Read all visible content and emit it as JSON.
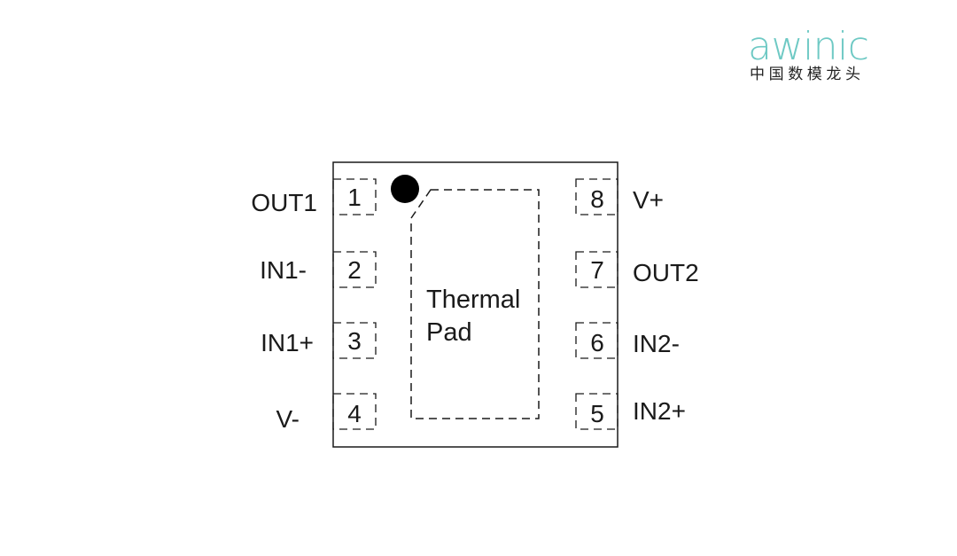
{
  "logo": {
    "word": "awinic",
    "tagline": "中国数模龙头",
    "color": "#6ec9c4"
  },
  "package": {
    "pad_label_line1": "Thermal",
    "pad_label_line2": "Pad",
    "pins_left": [
      {
        "number": "1",
        "name": "OUT1"
      },
      {
        "number": "2",
        "name": "IN1-"
      },
      {
        "number": "3",
        "name": "IN1+"
      },
      {
        "number": "4",
        "name": "V-"
      }
    ],
    "pins_right": [
      {
        "number": "8",
        "name": "V+"
      },
      {
        "number": "7",
        "name": "OUT2"
      },
      {
        "number": "6",
        "name": "IN2-"
      },
      {
        "number": "5",
        "name": "IN2+"
      }
    ]
  }
}
